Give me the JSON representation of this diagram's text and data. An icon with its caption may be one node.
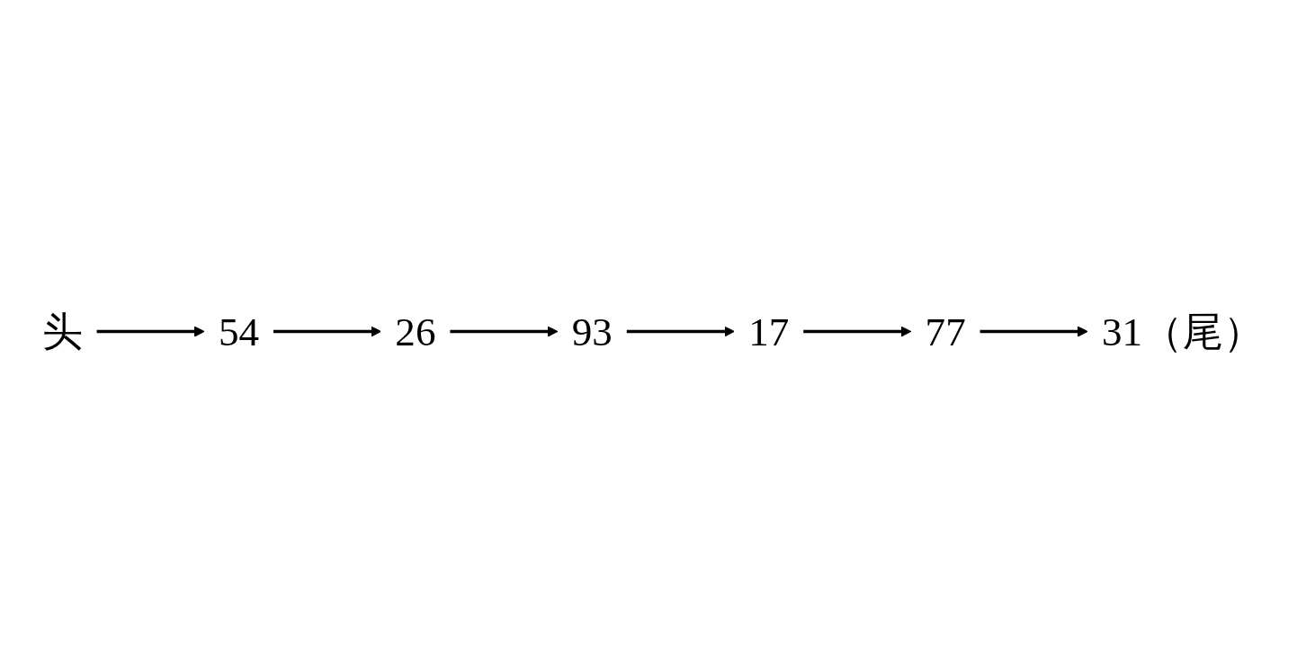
{
  "diagram": {
    "nodes": [
      {
        "text": [
          "头"
        ]
      },
      {
        "text": [
          "54"
        ]
      },
      {
        "text": [
          "26"
        ]
      },
      {
        "text": [
          "93"
        ]
      },
      {
        "text": [
          "17"
        ]
      },
      {
        "text": [
          "77"
        ]
      },
      {
        "text": [
          "31（尾）"
        ]
      }
    ],
    "edges": [
      {
        "from": 0,
        "to": 1,
        "arrow": "to"
      },
      {
        "from": 1,
        "to": 2,
        "arrow": "to"
      },
      {
        "from": 2,
        "to": 3,
        "arrow": "to"
      },
      {
        "from": 3,
        "to": 4,
        "arrow": "to"
      },
      {
        "from": 4,
        "to": 5,
        "arrow": "to"
      },
      {
        "from": 5,
        "to": 6,
        "arrow": "to"
      }
    ]
  }
}
